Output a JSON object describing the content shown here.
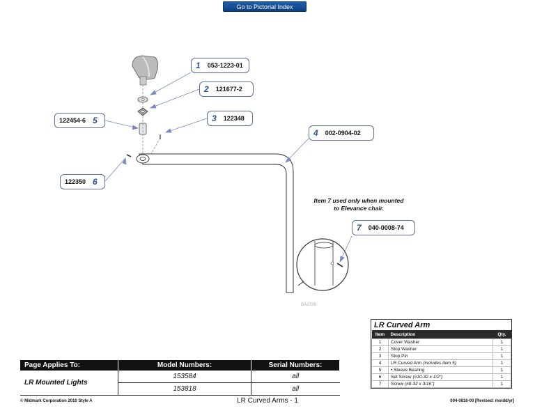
{
  "nav": {
    "label": "Go to Pictorial Index"
  },
  "callouts": [
    {
      "num": "1",
      "part": "053-1223-01"
    },
    {
      "num": "2",
      "part": "121677-2"
    },
    {
      "num": "3",
      "part": "122348"
    },
    {
      "num": "4",
      "part": "002-0904-02"
    },
    {
      "num": "5",
      "part": "122454-6"
    },
    {
      "num": "6",
      "part": "122350"
    },
    {
      "num": "7",
      "part": "040-0008-74"
    }
  ],
  "note": {
    "line1": "Item 7 used only when mounted",
    "line2": "to Elevance chair."
  },
  "drawing_id": "DA2726",
  "parts_table": {
    "title": "LR Curved Arm",
    "headers": {
      "item": "Item",
      "description": "Description",
      "qty": "Qty."
    },
    "rows": [
      {
        "item": "1",
        "desc": "Cover Washer",
        "note": "",
        "qty": "1"
      },
      {
        "item": "2",
        "desc": "Stop Washer",
        "note": "",
        "qty": "1"
      },
      {
        "item": "3",
        "desc": "Stop Pin",
        "note": "",
        "qty": "1"
      },
      {
        "item": "4",
        "desc": "LR Curved Arm ",
        "note": "(includes item 5)",
        "qty": "1"
      },
      {
        "item": "5",
        "desc": "• Sleeve Bearing",
        "note": "",
        "qty": "1"
      },
      {
        "item": "6",
        "desc": "Set Screw ",
        "note": "(#10-32 x 1/2\")",
        "qty": "1"
      },
      {
        "item": "7",
        "desc": "Screw ",
        "note": "(#8-32 x 3/16\")",
        "qty": "1"
      }
    ]
  },
  "applies": {
    "headers": {
      "page": "Page Applies To:",
      "model": "Model Numbers:",
      "serial": "Serial Numbers:"
    },
    "product": "LR Mounted Lights",
    "rows": [
      {
        "model": "153584",
        "serial": "all"
      },
      {
        "model": "153818",
        "serial": "all"
      }
    ]
  },
  "footer": {
    "copyright": "© Midmark Corporation 2010    Style A",
    "page_title": "LR Curved Arms - 1",
    "doc_number": "004-0816-00 [Revised:  mo/dd/yr]"
  }
}
